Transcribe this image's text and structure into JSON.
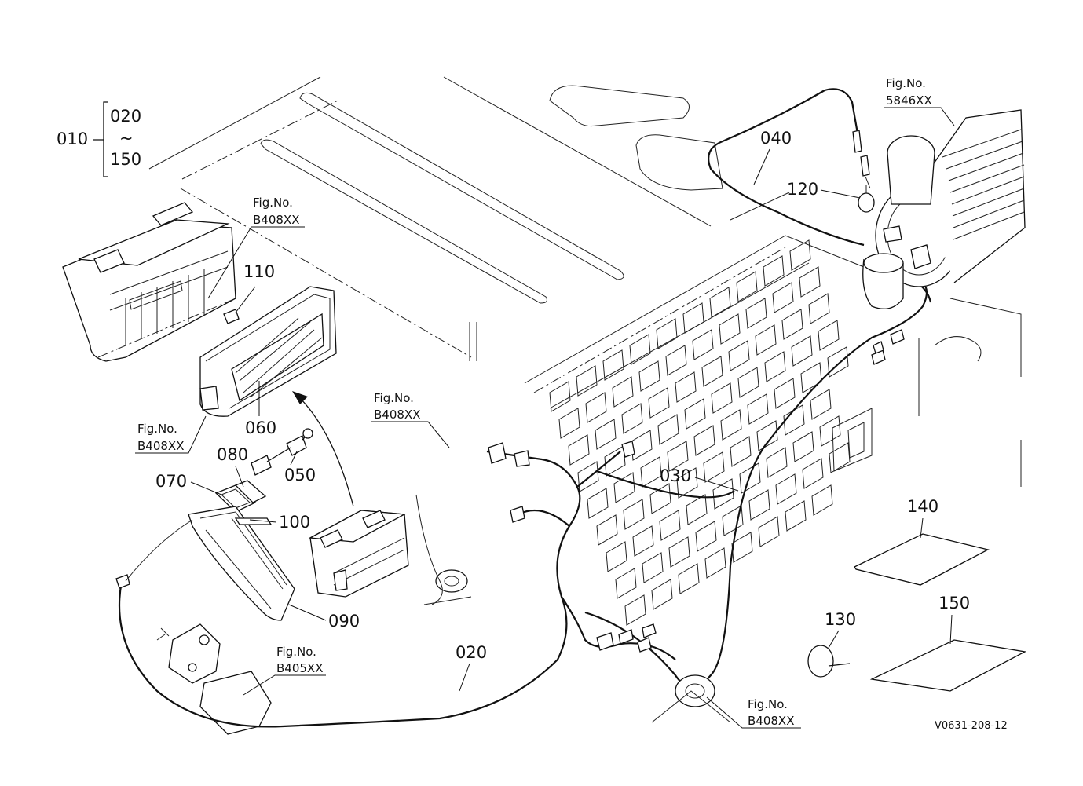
{
  "assembly": {
    "main": "010",
    "range_start": "020",
    "range_sep": "~",
    "range_end": "150"
  },
  "labels": {
    "p020": "020",
    "p030": "030",
    "p040": "040",
    "p050": "050",
    "p060": "060",
    "p070": "070",
    "p080": "080",
    "p090": "090",
    "p100": "100",
    "p110": "110",
    "p120": "120",
    "p130": "130",
    "p140": "140",
    "p150": "150"
  },
  "figure_refs": {
    "fuse_box": {
      "title": "Fig.No.",
      "code": "B408XX"
    },
    "fuse_cover": {
      "title": "Fig.No.",
      "code": "B408XX"
    },
    "center_harness": {
      "title": "Fig.No.",
      "code": "B408XX"
    },
    "bracket": {
      "title": "Fig.No.",
      "code": "B405XX"
    },
    "grommet": {
      "title": "Fig.No.",
      "code": "B408XX"
    },
    "air_cleaner": {
      "title": "Fig.No.",
      "code": "5846XX"
    }
  },
  "drawing_code": "V0631-208-12"
}
